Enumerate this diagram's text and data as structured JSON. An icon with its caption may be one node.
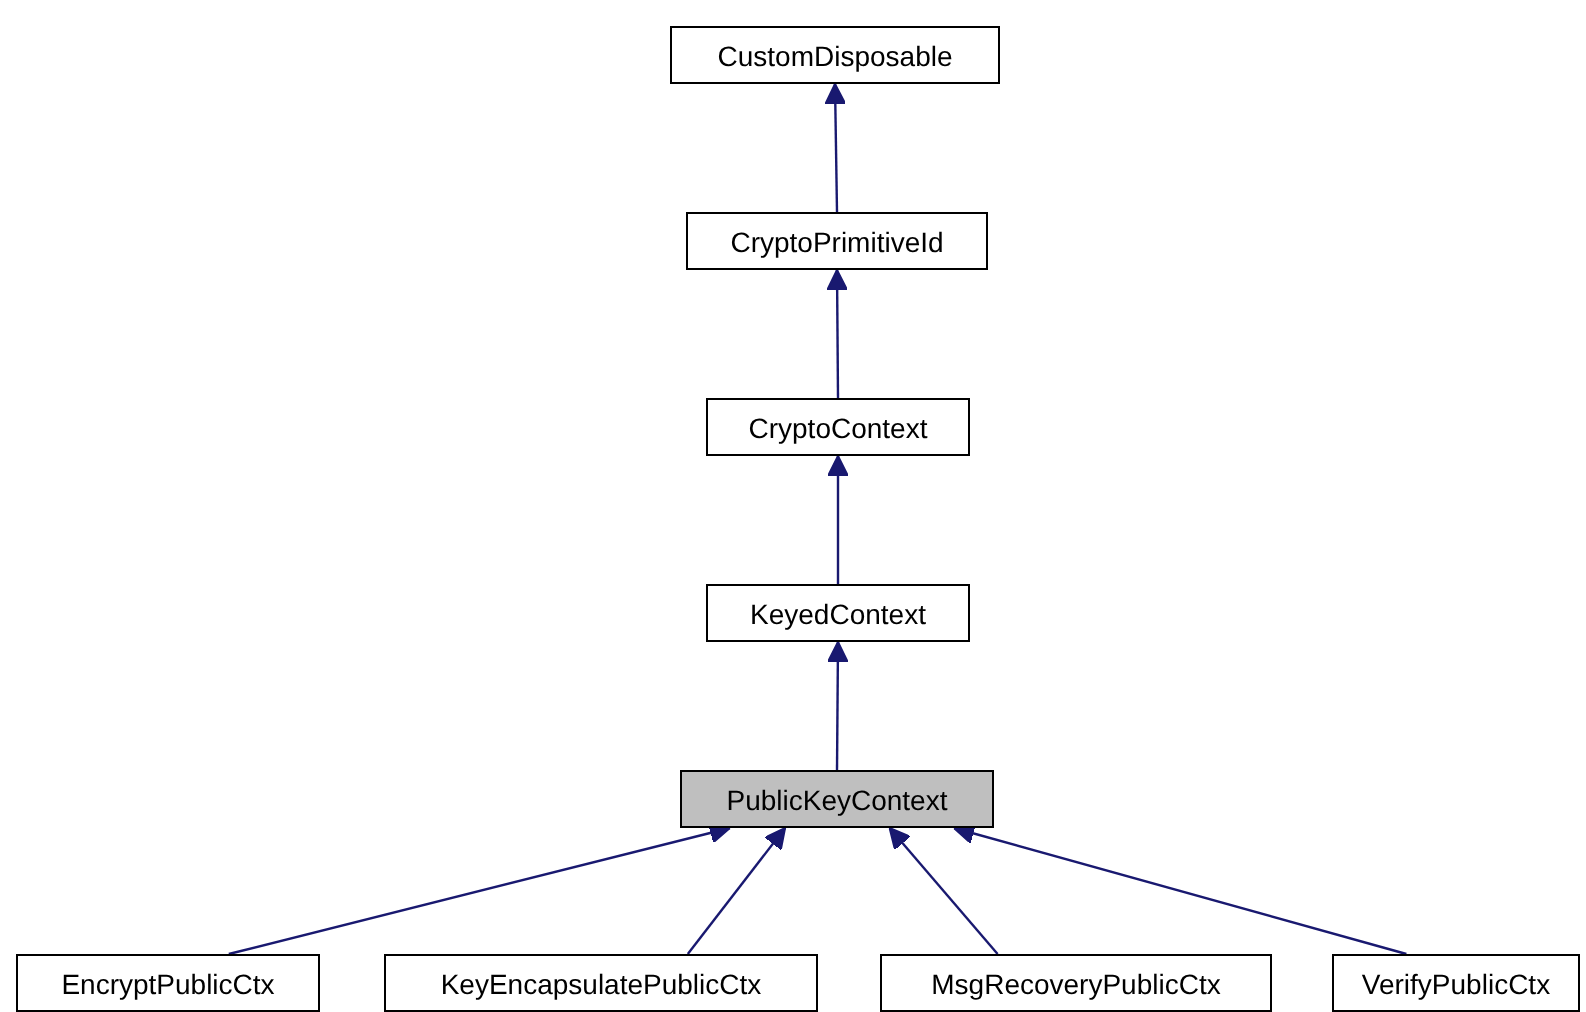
{
  "diagram": {
    "nodes": [
      {
        "text": [
          "CustomDisposable"
        ]
      },
      {
        "text": [
          "CryptoPrimitiveId"
        ]
      },
      {
        "text": [
          "CryptoContext"
        ]
      },
      {
        "text": [
          "KeyedContext"
        ]
      },
      {
        "text": [
          "PublicKeyContext"
        ]
      },
      {
        "text": [
          "EncryptPublicCtx"
        ]
      },
      {
        "text": [
          "KeyEncapsulatePublicCtx"
        ]
      },
      {
        "text": [
          "MsgRecoveryPublicCtx"
        ]
      },
      {
        "text": [
          "VerifyPublicCtx"
        ]
      }
    ],
    "edges": [
      {
        "from": 1,
        "to": 0,
        "arrow": "to"
      },
      {
        "from": 2,
        "to": 1,
        "arrow": "to"
      },
      {
        "from": 3,
        "to": 2,
        "arrow": "to"
      },
      {
        "from": 4,
        "to": 3,
        "arrow": "to"
      },
      {
        "from": 5,
        "to": 4,
        "arrow": "to"
      },
      {
        "from": 6,
        "to": 4,
        "arrow": "to"
      },
      {
        "from": 7,
        "to": 4,
        "arrow": "to"
      },
      {
        "from": 8,
        "to": 4,
        "arrow": "to"
      }
    ]
  }
}
